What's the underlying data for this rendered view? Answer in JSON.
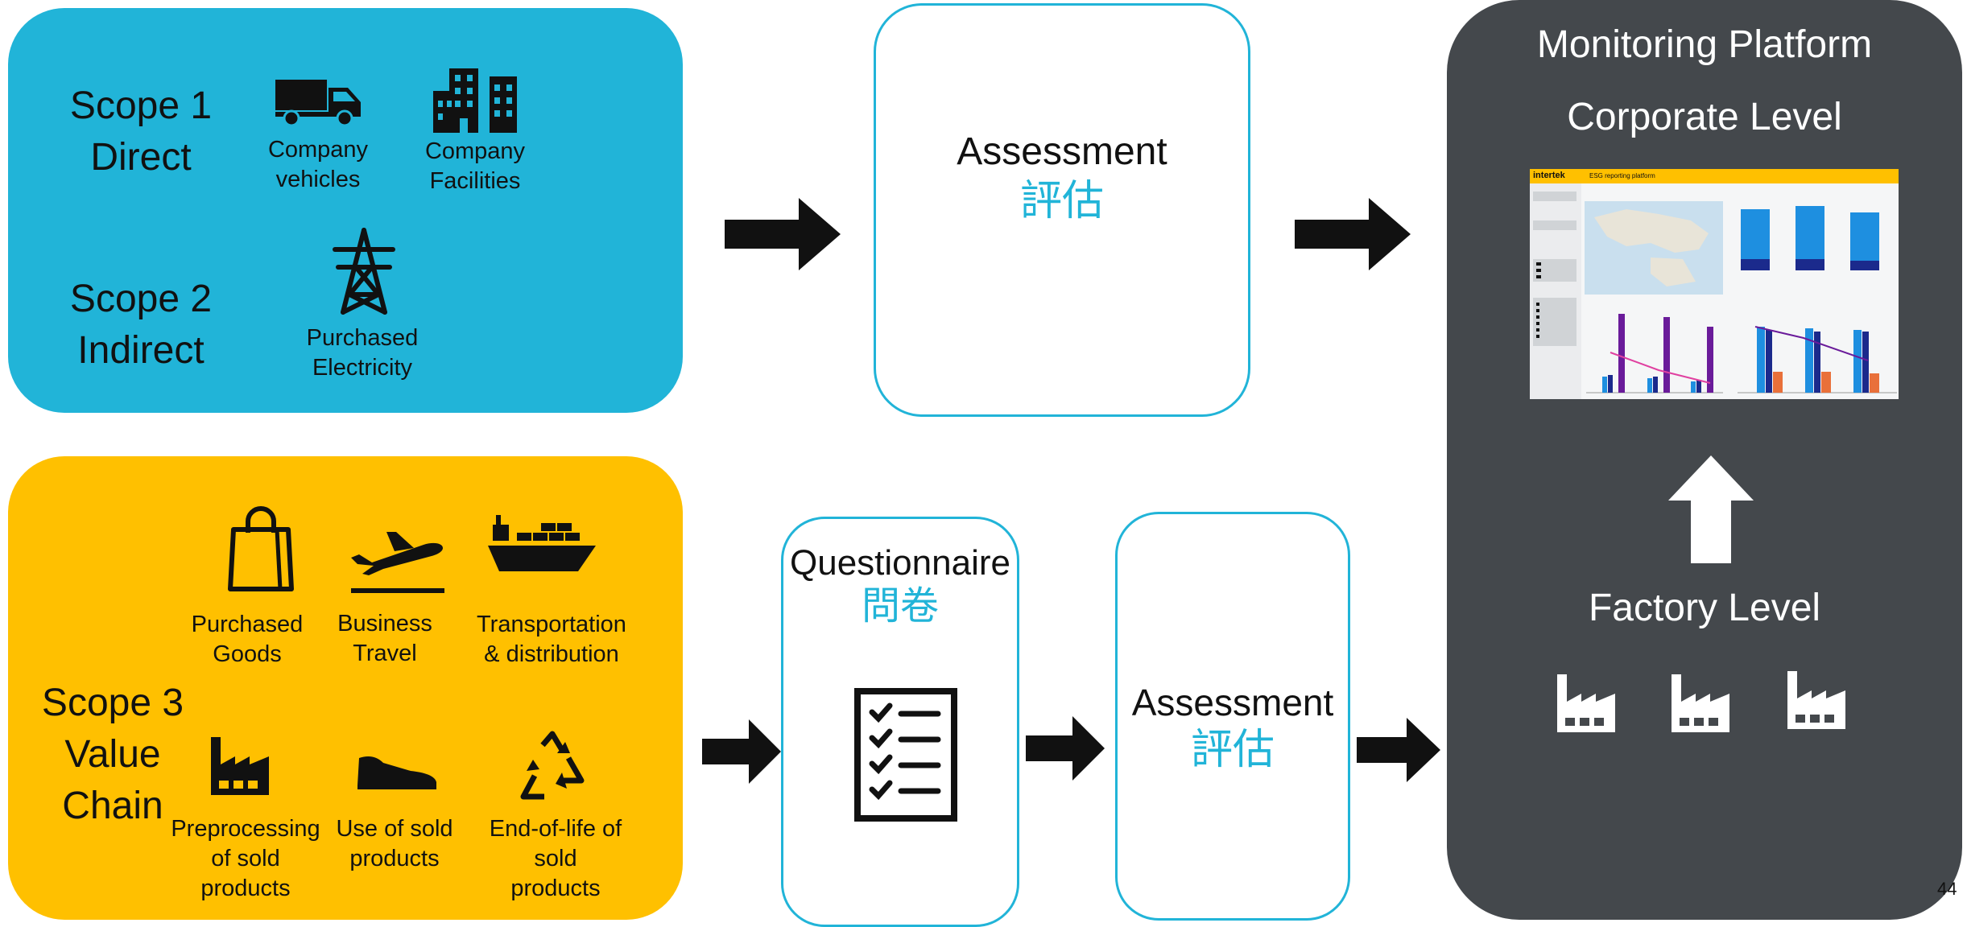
{
  "scope12": {
    "scope1_line1": "Scope 1",
    "scope1_line2": "Direct",
    "scope2_line1": "Scope 2",
    "scope2_line2": "Indirect",
    "company_vehicles_1": "Company",
    "company_vehicles_2": "vehicles",
    "company_facilities_1": "Company",
    "company_facilities_2": "Facilities",
    "purchased_electricity_1": "Purchased",
    "purchased_electricity_2": "Electricity"
  },
  "scope3": {
    "line1": "Scope 3",
    "line2": "Value",
    "line3": "Chain",
    "purchased_goods_1": "Purchased",
    "purchased_goods_2": "Goods",
    "business_travel_1": "Business",
    "business_travel_2": "Travel",
    "transport_1": "Transportation",
    "transport_2": "& distribution",
    "preprocessing_1": "Preprocessing",
    "preprocessing_2": "of sold",
    "preprocessing_3": "products",
    "use_1": "Use of sold",
    "use_2": "products",
    "eol_1": "End-of-life of",
    "eol_2": "sold",
    "eol_3": "products"
  },
  "assessment_top": {
    "label": "Assessment",
    "label_cjk": "評估"
  },
  "questionnaire": {
    "label": "Questionnaire",
    "label_cjk": "問卷"
  },
  "assessment_bottom": {
    "label": "Assessment",
    "label_cjk": "評估"
  },
  "platform": {
    "title": "Monitoring Platform",
    "corporate_level": "Corporate Level",
    "factory_level": "Factory Level"
  },
  "dashboard": {
    "brand": "intertek",
    "title": "ESG reporting platform"
  },
  "page_number": "44",
  "colors": {
    "blue": "#21b4d8",
    "yellow": "#ffc000",
    "dark": "#44484c",
    "arrow": "#000000"
  }
}
